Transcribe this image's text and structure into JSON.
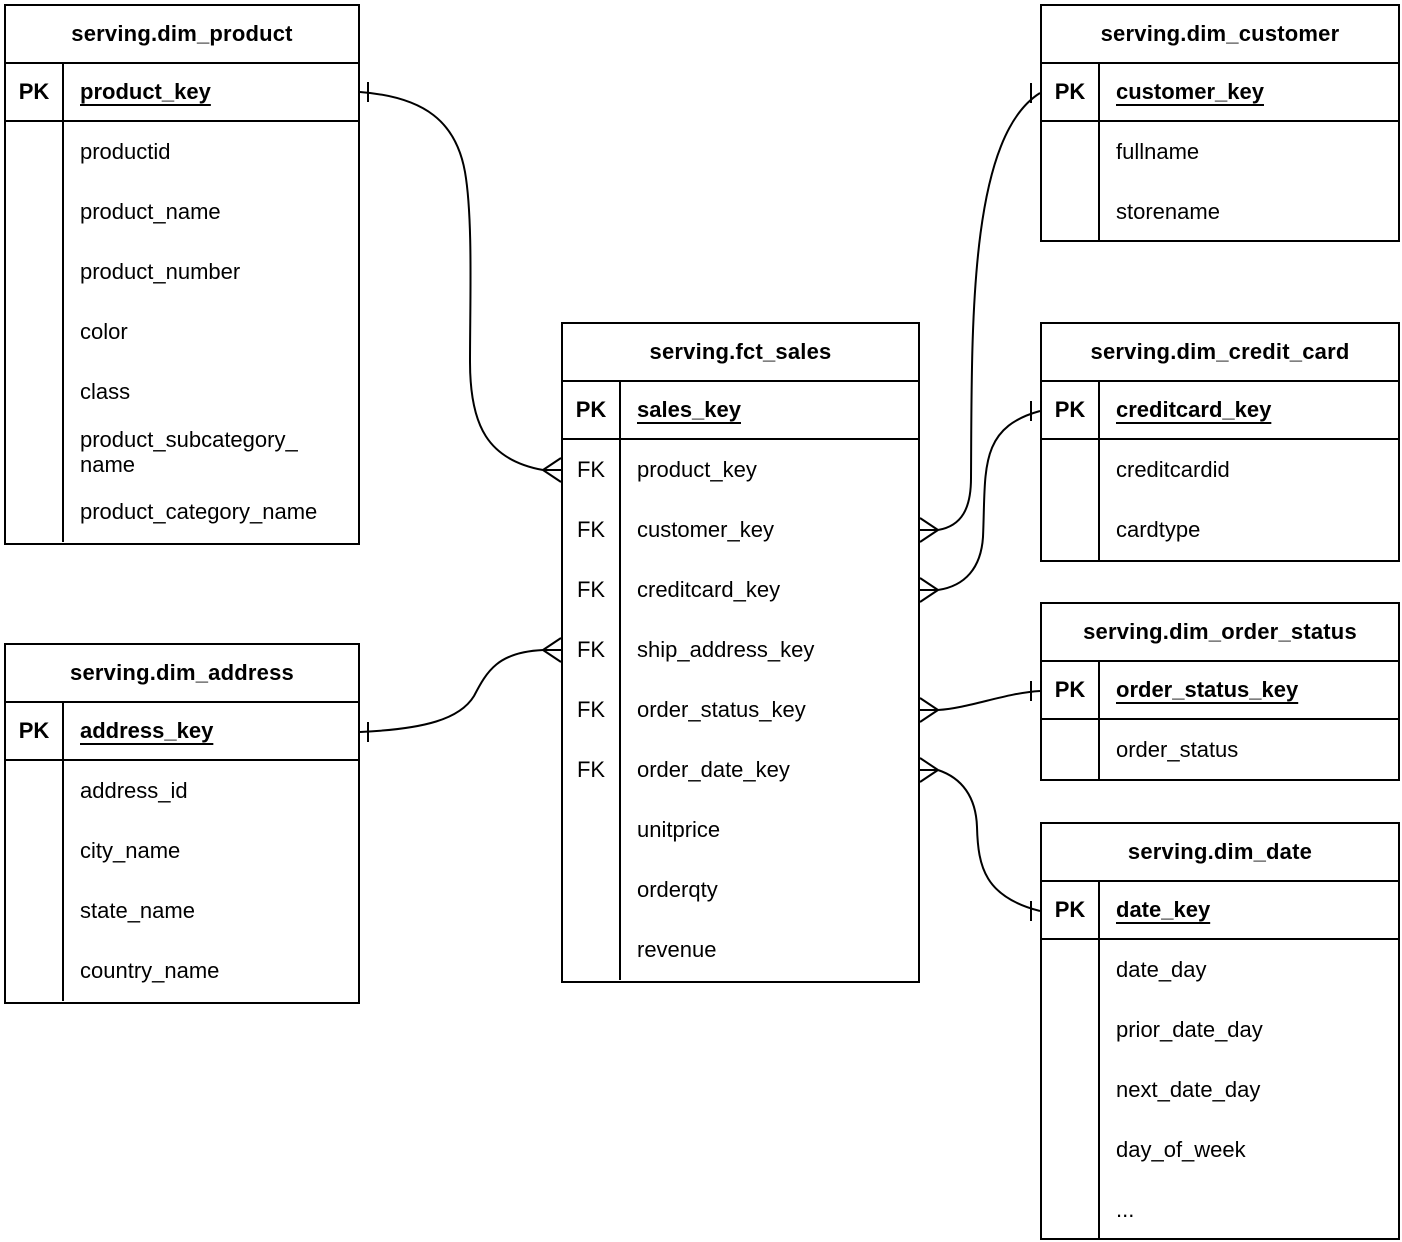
{
  "diagram": {
    "tables": [
      {
        "id": "dim_product",
        "title": "serving.dim_product",
        "pk_badge": "PK",
        "pk_field": "product_key",
        "fields": [
          {
            "badge": "",
            "name": "productid"
          },
          {
            "badge": "",
            "name": "product_name"
          },
          {
            "badge": "",
            "name": "product_number"
          },
          {
            "badge": "",
            "name": "color"
          },
          {
            "badge": "",
            "name": "class"
          },
          {
            "badge": "",
            "name": "product_subcategory_\nname"
          },
          {
            "badge": "",
            "name": "product_category_name"
          }
        ]
      },
      {
        "id": "dim_address",
        "title": "serving.dim_address",
        "pk_badge": "PK",
        "pk_field": "address_key",
        "fields": [
          {
            "badge": "",
            "name": "address_id"
          },
          {
            "badge": "",
            "name": "city_name"
          },
          {
            "badge": "",
            "name": "state_name"
          },
          {
            "badge": "",
            "name": "country_name"
          }
        ]
      },
      {
        "id": "fct_sales",
        "title": "serving.fct_sales",
        "pk_badge": "PK",
        "pk_field": "sales_key",
        "fields": [
          {
            "badge": "FK",
            "name": "product_key"
          },
          {
            "badge": "FK",
            "name": "customer_key"
          },
          {
            "badge": "FK",
            "name": "creditcard_key"
          },
          {
            "badge": "FK",
            "name": "ship_address_key"
          },
          {
            "badge": "FK",
            "name": "order_status_key"
          },
          {
            "badge": "FK",
            "name": "order_date_key"
          },
          {
            "badge": "",
            "name": "unitprice"
          },
          {
            "badge": "",
            "name": "orderqty"
          },
          {
            "badge": "",
            "name": "revenue"
          }
        ]
      },
      {
        "id": "dim_customer",
        "title": "serving.dim_customer",
        "pk_badge": "PK",
        "pk_field": "customer_key",
        "fields": [
          {
            "badge": "",
            "name": "fullname"
          },
          {
            "badge": "",
            "name": "storename"
          }
        ]
      },
      {
        "id": "dim_credit_card",
        "title": "serving.dim_credit_card",
        "pk_badge": "PK",
        "pk_field": "creditcard_key",
        "fields": [
          {
            "badge": "",
            "name": "creditcardid"
          },
          {
            "badge": "",
            "name": "cardtype"
          }
        ]
      },
      {
        "id": "dim_order_status",
        "title": "serving.dim_order_status",
        "pk_badge": "PK",
        "pk_field": "order_status_key",
        "fields": [
          {
            "badge": "",
            "name": "order_status"
          }
        ]
      },
      {
        "id": "dim_date",
        "title": "serving.dim_date",
        "pk_badge": "PK",
        "pk_field": "date_key",
        "fields": [
          {
            "badge": "",
            "name": "date_day"
          },
          {
            "badge": "",
            "name": "prior_date_day"
          },
          {
            "badge": "",
            "name": "next_date_day"
          },
          {
            "badge": "",
            "name": "day_of_week"
          },
          {
            "badge": "",
            "name": "..."
          }
        ]
      }
    ],
    "relationships": [
      {
        "fact_table": "serving.fct_sales",
        "fact_field": "product_key",
        "dim_table": "serving.dim_product",
        "dim_field": "product_key",
        "fact_end": "many",
        "dim_end": "one"
      },
      {
        "fact_table": "serving.fct_sales",
        "fact_field": "customer_key",
        "dim_table": "serving.dim_customer",
        "dim_field": "customer_key",
        "fact_end": "many",
        "dim_end": "one"
      },
      {
        "fact_table": "serving.fct_sales",
        "fact_field": "creditcard_key",
        "dim_table": "serving.dim_credit_card",
        "dim_field": "creditcard_key",
        "fact_end": "many",
        "dim_end": "one"
      },
      {
        "fact_table": "serving.fct_sales",
        "fact_field": "ship_address_key",
        "dim_table": "serving.dim_address",
        "dim_field": "address_key",
        "fact_end": "many",
        "dim_end": "one"
      },
      {
        "fact_table": "serving.fct_sales",
        "fact_field": "order_status_key",
        "dim_table": "serving.dim_order_status",
        "dim_field": "order_status_key",
        "fact_end": "many",
        "dim_end": "one"
      },
      {
        "fact_table": "serving.fct_sales",
        "fact_field": "order_date_key",
        "dim_table": "serving.dim_date",
        "dim_field": "date_key",
        "fact_end": "many",
        "dim_end": "one"
      }
    ]
  }
}
